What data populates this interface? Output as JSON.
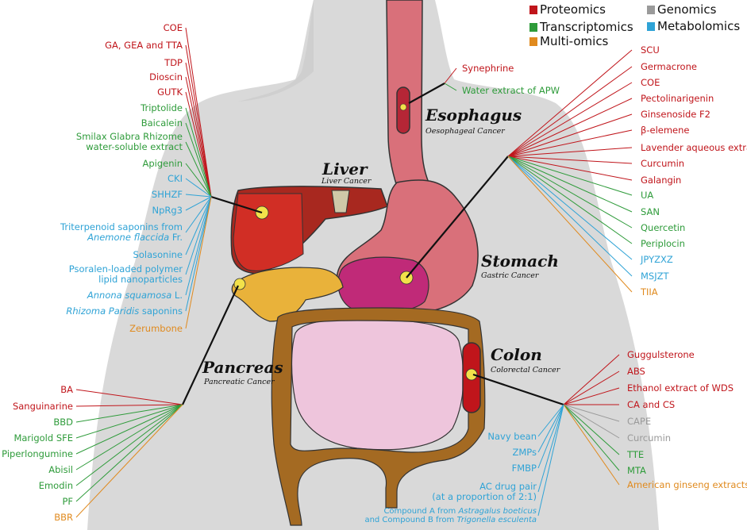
{
  "colors": {
    "proteomics": "#c0151b",
    "transcriptomics": "#2e9b3a",
    "multiomics": "#e08a1e",
    "genomics": "#9a9a9a",
    "metabolomics": "#2fa3d6"
  },
  "legend": [
    {
      "label": "Proteomics",
      "color": "#c0151b"
    },
    {
      "label": "Transcriptomics",
      "color": "#2e9b3a"
    },
    {
      "label": "Multi-omics",
      "color": "#e08a1e"
    },
    {
      "label": "Genomics",
      "color": "#9a9a9a"
    },
    {
      "label": "Metabolomics",
      "color": "#2fa3d6"
    }
  ],
  "organs": {
    "esophagus": {
      "name": "Esophagus",
      "cancer": "Oesophageal Cancer"
    },
    "liver": {
      "name": "Liver",
      "cancer": "Liver Cancer"
    },
    "stomach": {
      "name": "Stomach",
      "cancer": "Gastric Cancer"
    },
    "pancreas": {
      "name": "Pancreas",
      "cancer": "Pancreatic Cancer"
    },
    "colon": {
      "name": "Colon",
      "cancer": "Colorectal Cancer"
    }
  },
  "esophagus_items": [
    {
      "text": "Synephrine",
      "type": "proteomics"
    },
    {
      "text": "Water extract of APW",
      "type": "transcriptomics"
    }
  ],
  "liver_items": [
    {
      "text": "COE",
      "type": "proteomics"
    },
    {
      "text": "GA, GEA and TTA",
      "type": "proteomics"
    },
    {
      "text": "TDP",
      "type": "proteomics"
    },
    {
      "text": "Dioscin",
      "type": "proteomics"
    },
    {
      "text": "GUTK",
      "type": "proteomics"
    },
    {
      "text": "Triptolide",
      "type": "transcriptomics"
    },
    {
      "text": "Baicalein",
      "type": "transcriptomics"
    },
    {
      "text": "Smilax Glabra Rhizome",
      "text2": "water-soluble extract",
      "type": "transcriptomics"
    },
    {
      "text": "Apigenin",
      "type": "transcriptomics"
    },
    {
      "text": "CKI",
      "type": "metabolomics"
    },
    {
      "text": "SHHZF",
      "type": "metabolomics"
    },
    {
      "text": "NpRg3",
      "type": "metabolomics"
    },
    {
      "text": "Triterpenoid saponins from",
      "text2_italic": "Anemone flaccida",
      "text2": " Fr.",
      "type": "metabolomics"
    },
    {
      "text": "Solasonine",
      "type": "metabolomics"
    },
    {
      "text": "Psoralen-loaded polymer",
      "text2": "lipid nanoparticles",
      "type": "metabolomics"
    },
    {
      "text_italic": "Annona squamosa",
      "text": " L.",
      "type": "metabolomics"
    },
    {
      "text_italic": "Rhizoma Paridis",
      "text": " saponins",
      "type": "metabolomics"
    },
    {
      "text": "Zerumbone",
      "type": "multiomics"
    }
  ],
  "stomach_items": [
    {
      "text": "SCU",
      "type": "proteomics"
    },
    {
      "text": "Germacrone",
      "type": "proteomics"
    },
    {
      "text": "COE",
      "type": "proteomics"
    },
    {
      "text": "Pectolinarigenin",
      "type": "proteomics"
    },
    {
      "text": "Ginsenoside F2",
      "type": "proteomics"
    },
    {
      "text": "β-elemene",
      "type": "proteomics"
    },
    {
      "text": "Lavender aqueous extract",
      "type": "proteomics"
    },
    {
      "text": "Curcumin",
      "type": "proteomics"
    },
    {
      "text": "Galangin",
      "type": "proteomics"
    },
    {
      "text": "UA",
      "type": "transcriptomics"
    },
    {
      "text": "SAN",
      "type": "transcriptomics"
    },
    {
      "text": "Quercetin",
      "type": "transcriptomics"
    },
    {
      "text": "Periplocin",
      "type": "transcriptomics"
    },
    {
      "text": "JPYZXZ",
      "type": "metabolomics"
    },
    {
      "text": "MSJZT",
      "type": "metabolomics"
    },
    {
      "text": "TIIA",
      "type": "multiomics"
    }
  ],
  "pancreas_items": [
    {
      "text": "BA",
      "type": "proteomics"
    },
    {
      "text": "Sanguinarine",
      "type": "proteomics"
    },
    {
      "text": "BBD",
      "type": "transcriptomics"
    },
    {
      "text": "Marigold SFE",
      "type": "transcriptomics"
    },
    {
      "text": "Piperlongumine",
      "type": "transcriptomics"
    },
    {
      "text": "Abisil",
      "type": "transcriptomics"
    },
    {
      "text": "Emodin",
      "type": "transcriptomics"
    },
    {
      "text": "PF",
      "type": "transcriptomics"
    },
    {
      "text": "BBR",
      "type": "multiomics"
    }
  ],
  "colon_right_items": [
    {
      "text": "Guggulsterone",
      "type": "proteomics"
    },
    {
      "text": "ABS",
      "type": "proteomics"
    },
    {
      "text": "Ethanol extract of WDS",
      "type": "proteomics"
    },
    {
      "text": "CA and CS",
      "type": "proteomics"
    },
    {
      "text": "CAPE",
      "type": "genomics"
    },
    {
      "text": "Curcumin",
      "type": "genomics"
    },
    {
      "text": "TTE",
      "type": "transcriptomics"
    },
    {
      "text": "MTA",
      "type": "transcriptomics"
    },
    {
      "text": "American ginseng extracts",
      "type": "multiomics"
    }
  ],
  "colon_left_items": [
    {
      "text": "Navy bean",
      "type": "metabolomics"
    },
    {
      "text": "ZMPs",
      "type": "metabolomics"
    },
    {
      "text": "FMBP",
      "type": "metabolomics"
    },
    {
      "text": "AC drug pair",
      "text2": "(at a proportion of 2:1)",
      "type": "metabolomics"
    },
    {
      "text": "Compound A from ",
      "text_italic": "Astragalus boeticus",
      "text2": "and Compound B from ",
      "text2_italic": "Trigonella esculenta",
      "type": "metabolomics",
      "small": true
    }
  ]
}
